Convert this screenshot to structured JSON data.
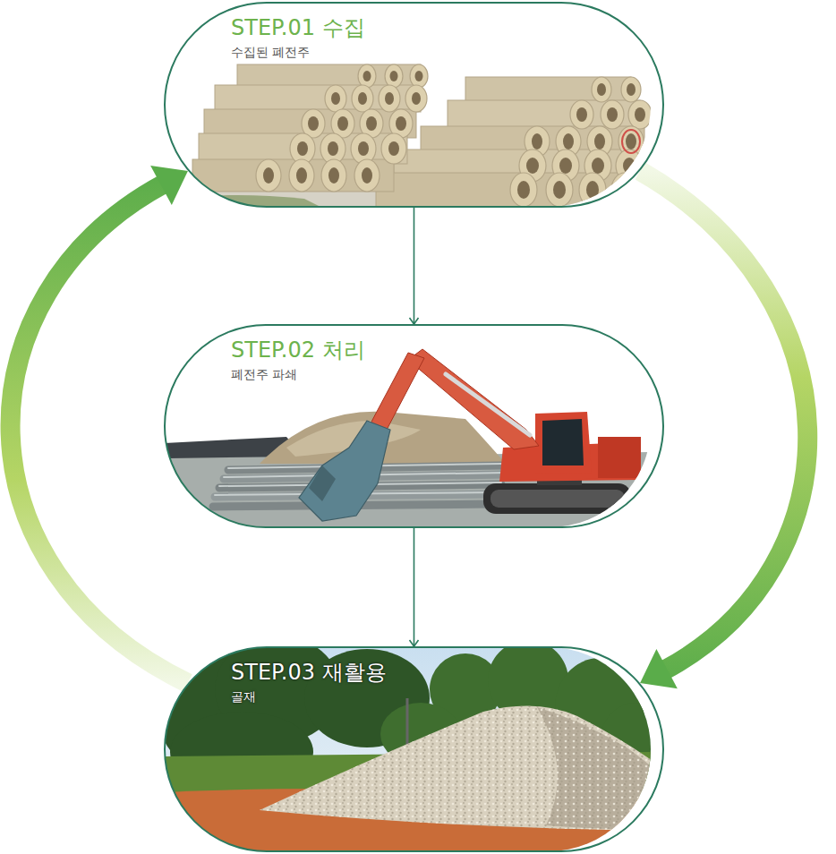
{
  "diagram": {
    "nodes": [
      {
        "text": [
          "STEP.01 수집",
          "수집된 폐전주"
        ]
      },
      {
        "text": [
          "STEP.02 처리",
          "폐전주 파쇄"
        ]
      },
      {
        "text": [
          "STEP.03 재활용",
          "골재"
        ]
      }
    ],
    "edges": [
      {
        "from": 0,
        "to": 1,
        "arrow": "to"
      },
      {
        "from": 1,
        "to": 2,
        "arrow": "to"
      },
      {
        "from": 0,
        "to": 2,
        "arrow": "to"
      },
      {
        "from": 2,
        "to": 0,
        "arrow": "to"
      }
    ]
  }
}
